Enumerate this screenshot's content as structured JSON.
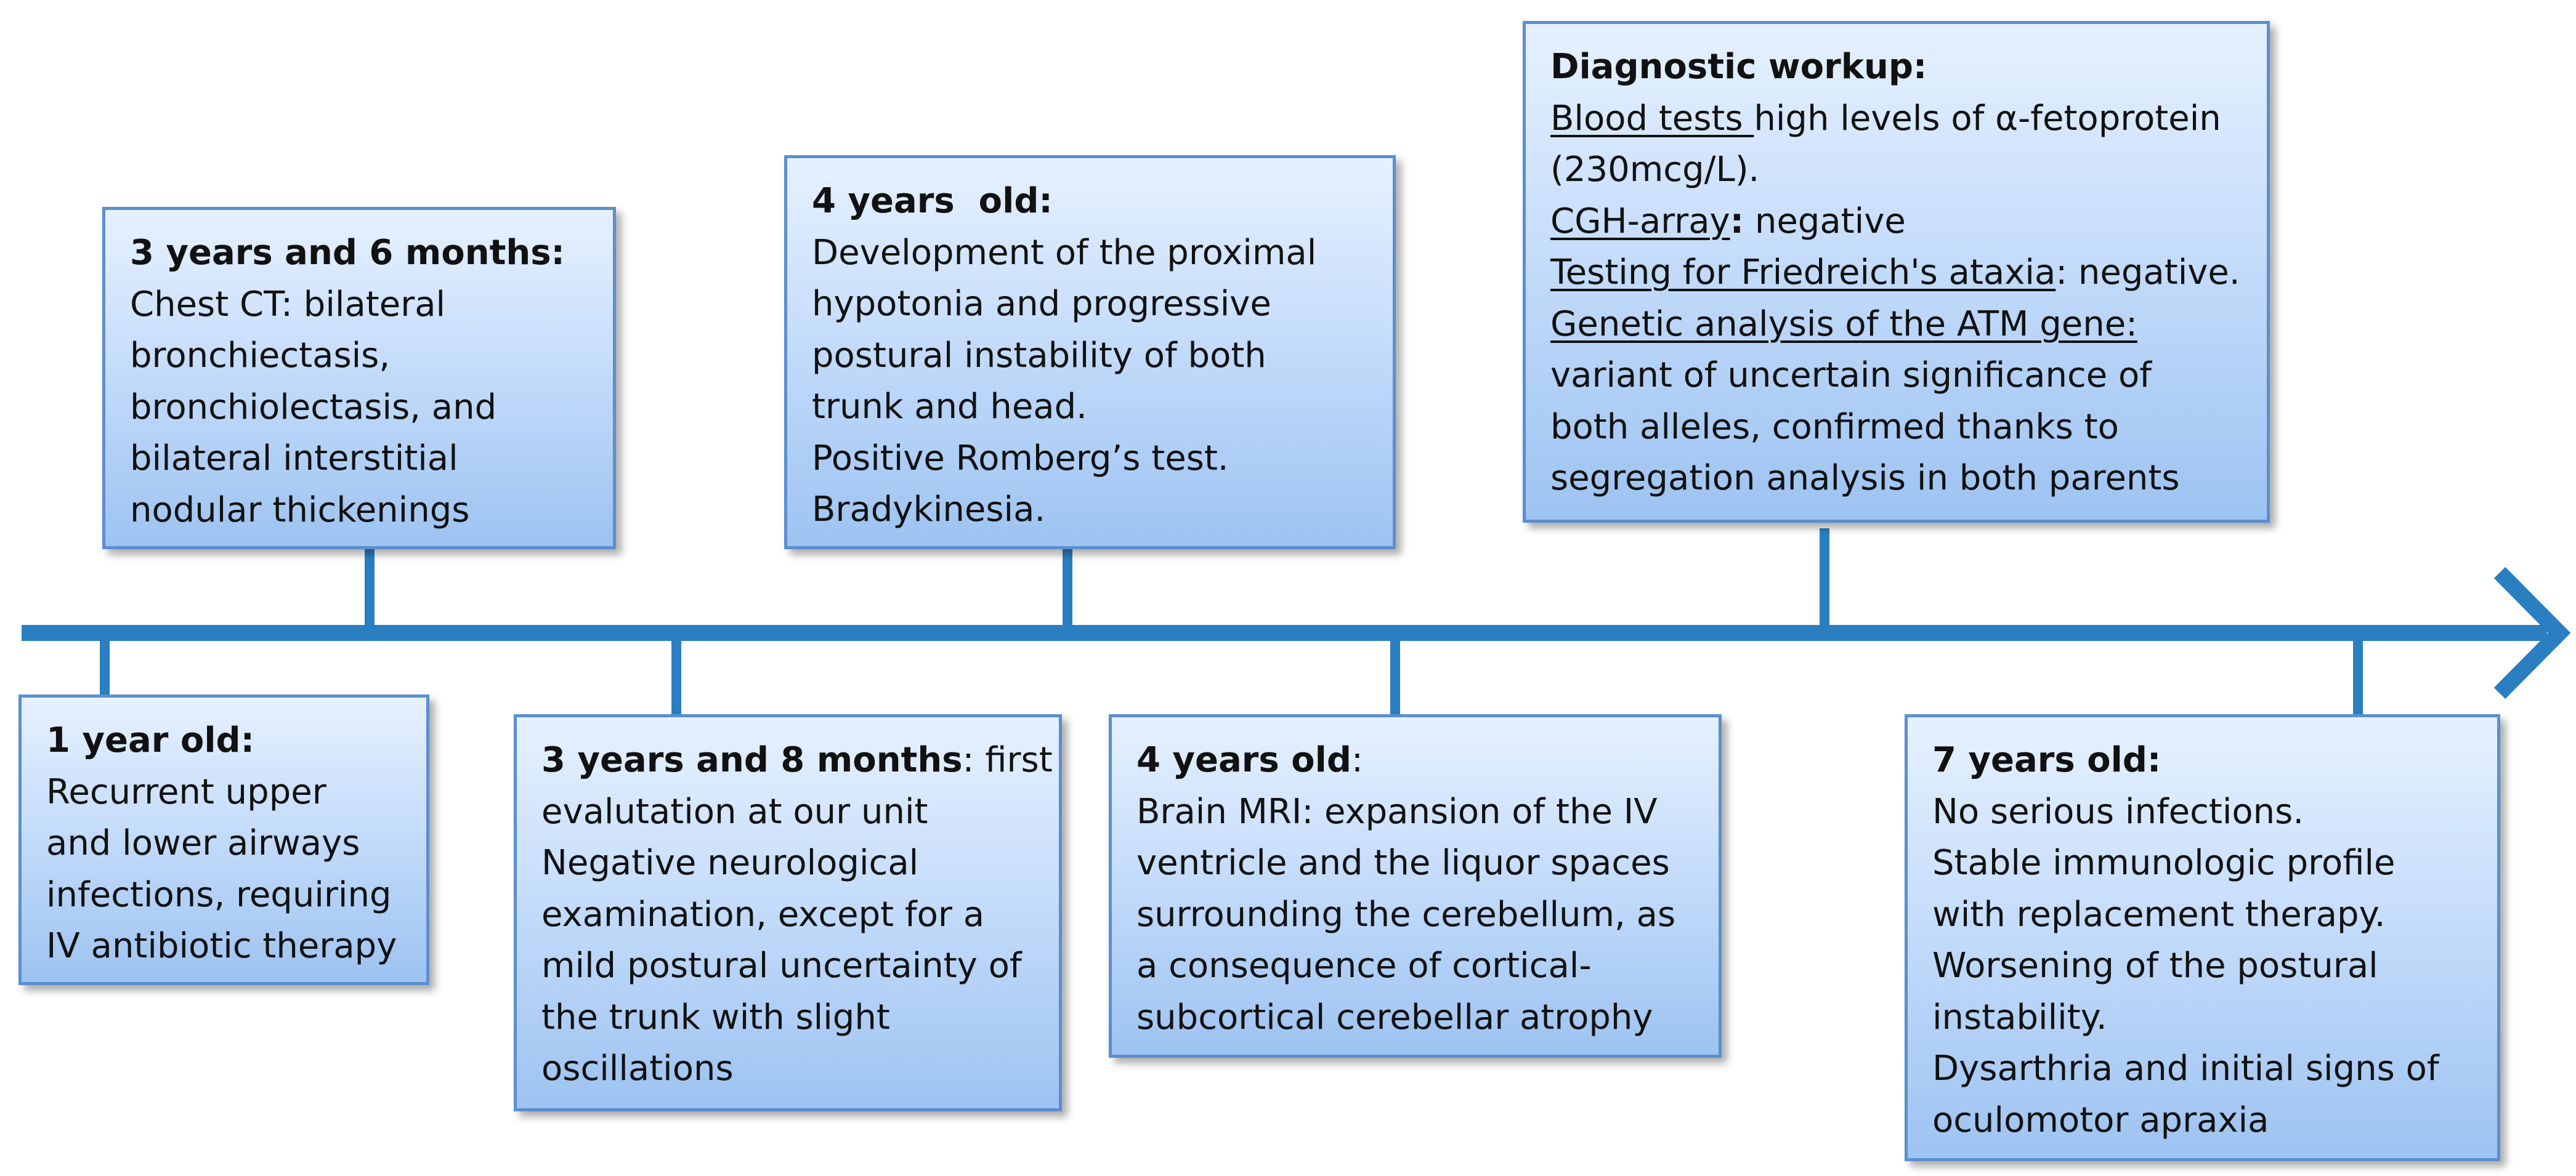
{
  "timeline": {
    "line_color": "#2a7fc1",
    "box_border_color": "#5b8fcf",
    "box_fill_top": "#e6f1ff",
    "box_fill_bottom": "#9dc3f1"
  },
  "events": [
    {
      "id": "1-year",
      "title": "1 year old:",
      "lines": [
        "Recurrent upper",
        "and lower airways",
        "infections, requiring",
        "IV antibiotic therapy"
      ]
    },
    {
      "id": "3y6m",
      "title": "3 years and 6 months:",
      "lines": [
        "Chest CT: bilateral",
        "bronchiectasis,",
        "bronchiolectasis, and",
        "bilateral interstitial",
        "nodular thickenings"
      ]
    },
    {
      "id": "3y8m",
      "title": "3 years and 8 months",
      "title_suffix": ": first",
      "lines": [
        "evalutation at our unit",
        "Negative neurological",
        "examination, except for a",
        "mild postural uncertainty of",
        "the trunk with slight",
        "oscillations"
      ]
    },
    {
      "id": "4y-a",
      "title": "4 years  old:",
      "lines": [
        "Development of the proximal",
        "hypotonia and progressive",
        "postural instability of both",
        "trunk and head.",
        "Positive Romberg’s test.",
        "Bradykinesia."
      ]
    },
    {
      "id": "4y-b",
      "title": "4 years old",
      "title_suffix": ":",
      "lines": [
        "Brain MRI: expansion of the IV",
        "ventricle and the liquor spaces",
        "surrounding the cerebellum, as",
        "a consequence of cortical-",
        "subcortical cerebellar atrophy"
      ]
    },
    {
      "id": "diagnostic",
      "title": "Diagnostic workup:",
      "blood_label": "Blood tests ",
      "blood_text": "high levels of α-fetoprotein",
      "blood_text_2": "(230mcg/L).",
      "cgh_label": "CGH-array",
      "cgh_colon": ":",
      "cgh_text": " negative",
      "fa_label": "Testing for Friedreich's ataxia",
      "fa_text": ": negative.",
      "atm_label": "Genetic analysis of the ATM gene:",
      "atm_lines": [
        "variant of uncertain significance of",
        "both alleles, confirmed thanks to",
        "segregation analysis in both parents"
      ]
    },
    {
      "id": "7-years",
      "title": "7 years old:",
      "lines": [
        "No serious infections.",
        "Stable immunologic profile",
        "with replacement therapy.",
        "Worsening of the postural",
        "instability.",
        "Dysarthria and initial signs of",
        "oculomotor apraxia"
      ]
    }
  ]
}
